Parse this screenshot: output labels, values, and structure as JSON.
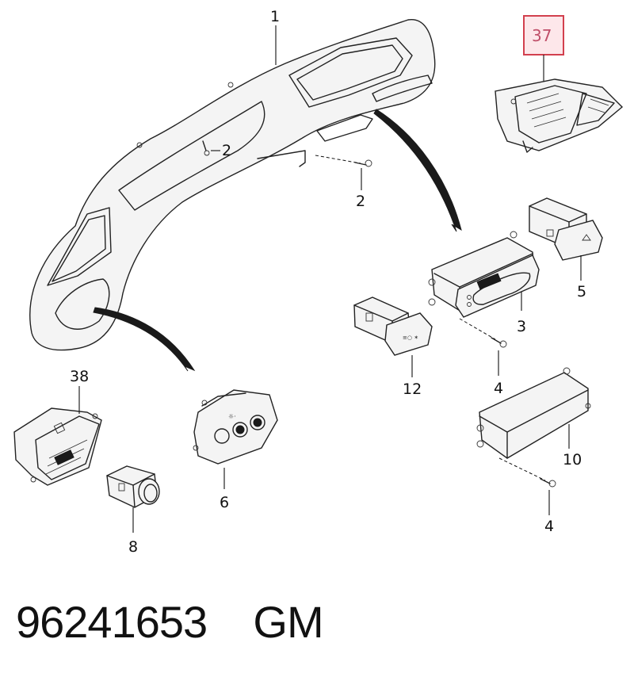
{
  "callouts": {
    "c1": "1",
    "c2a": "2",
    "c2b": "2",
    "c3": "3",
    "c4a": "4",
    "c4b": "4",
    "c5": "5",
    "c6": "6",
    "c8": "8",
    "c10": "10",
    "c12": "12",
    "c37": "37",
    "c38": "38"
  },
  "highlight": {
    "label": "37",
    "border_color": "#d2404e",
    "fill_color": "#fde7ea"
  },
  "footer": {
    "part_number": "96241653",
    "brand": "GM"
  }
}
